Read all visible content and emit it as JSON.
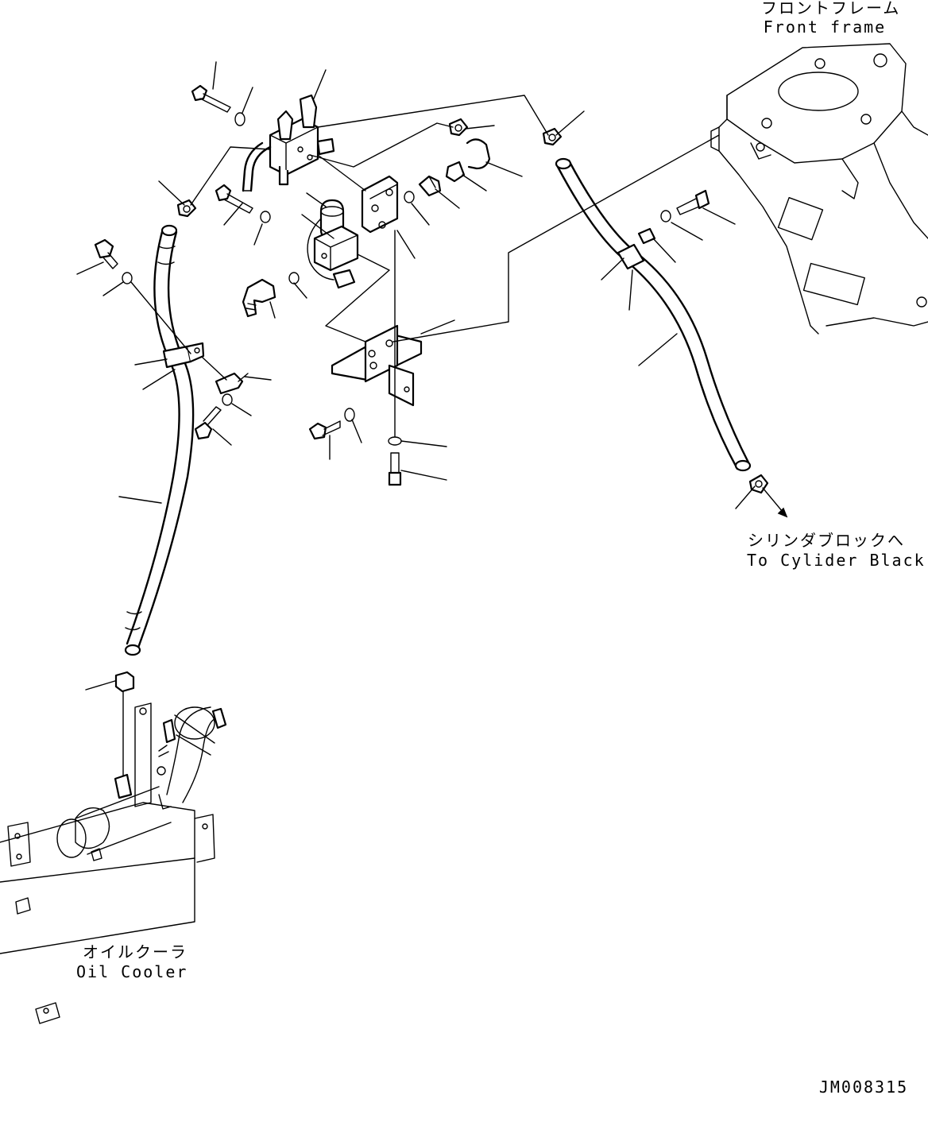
{
  "labels": {
    "front_frame_jp": "フロントフレーム",
    "front_frame_en": "Front frame",
    "cylinder_block_jp": "シリンダブロックへ",
    "cylinder_block_en": "To Cylider Black",
    "oil_cooler_jp": "オイルクーラ",
    "oil_cooler_en": "Oil Cooler",
    "drawing_number": "JM008315"
  }
}
